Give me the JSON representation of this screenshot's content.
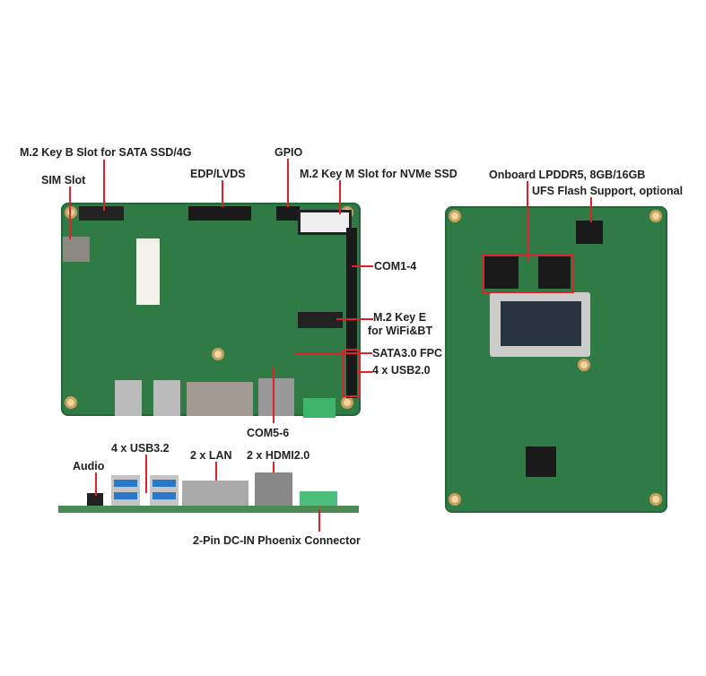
{
  "labels": {
    "m2_key_b": "M.2 Key B Slot for SATA SSD/4G",
    "sim_slot": "SIM Slot",
    "edp_lvds": "EDP/LVDS",
    "gpio": "GPIO",
    "m2_key_m": "M.2 Key M Slot for NVMe SSD",
    "com1_4": "COM1-4",
    "m2_key_e_1": "M.2 Key E",
    "m2_key_e_2": "for WiFi&BT",
    "sata_fpc": "SATA3.0 FPC",
    "usb20": "4 x USB2.0",
    "com5_6": "COM5-6",
    "lpddr5": "Onboard LPDDR5, 8GB/16GB",
    "ufs": "UFS Flash Support, optional",
    "audio": "Audio",
    "usb32": "4 x USB3.2",
    "lan": "2 x LAN",
    "hdmi": "2 x HDMI2.0",
    "dcin": "2-Pin DC-IN Phoenix Connector"
  },
  "colors": {
    "accent": "#e0202a",
    "pcb": "#2f7a45"
  }
}
